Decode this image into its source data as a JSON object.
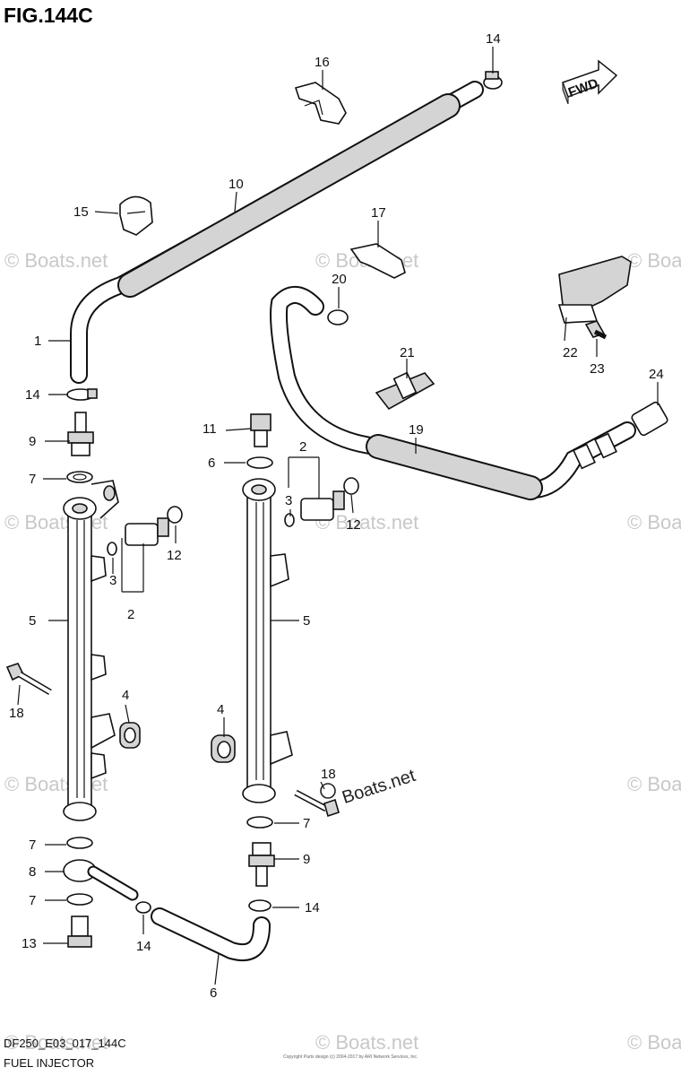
{
  "figure": {
    "title": "FIG.144C",
    "code": "DF250_E03_017_144C",
    "name": "FUEL INJECTOR",
    "fwd_label": "FWD",
    "copyright": "Copyright Parts design (c) 2004-2017 by ARI Network Services, Inc."
  },
  "watermark": {
    "text": "© Boats.net",
    "logo_text": "Boats.net"
  },
  "callouts": [
    {
      "label": "1",
      "part": "hose"
    },
    {
      "label": "2",
      "part": "injector assy"
    },
    {
      "label": "2",
      "part": "injector assy"
    },
    {
      "label": "3",
      "part": "o-ring"
    },
    {
      "label": "3",
      "part": "o-ring"
    },
    {
      "label": "4",
      "part": "grommet"
    },
    {
      "label": "4",
      "part": "grommet"
    },
    {
      "label": "5",
      "part": "delivery pipe"
    },
    {
      "label": "5",
      "part": "delivery pipe"
    },
    {
      "label": "6",
      "part": "hose"
    },
    {
      "label": "7",
      "part": "washer"
    },
    {
      "label": "7",
      "part": "washer"
    },
    {
      "label": "7",
      "part": "washer"
    },
    {
      "label": "7",
      "part": "washer"
    },
    {
      "label": "8",
      "part": "union"
    },
    {
      "label": "9",
      "part": "fitting"
    },
    {
      "label": "9",
      "part": "fitting"
    },
    {
      "label": "10",
      "part": "protector"
    },
    {
      "label": "11",
      "part": "plug"
    },
    {
      "label": "12",
      "part": "cap"
    },
    {
      "label": "12",
      "part": "cap"
    },
    {
      "label": "13",
      "part": "bolt"
    },
    {
      "label": "14",
      "part": "clip"
    },
    {
      "label": "14",
      "part": "clip"
    },
    {
      "label": "14",
      "part": "clip"
    },
    {
      "label": "14",
      "part": "clip"
    },
    {
      "label": "15",
      "part": "clamp"
    },
    {
      "label": "16",
      "part": "clamp"
    },
    {
      "label": "17",
      "part": "clamp"
    },
    {
      "label": "18",
      "part": "bolt"
    },
    {
      "label": "18",
      "part": "bolt"
    },
    {
      "label": "19",
      "part": "hose"
    },
    {
      "label": "20",
      "part": "clip"
    },
    {
      "label": "21",
      "part": "clamp"
    },
    {
      "label": "22",
      "part": "bracket"
    },
    {
      "label": "23",
      "part": "bolt"
    },
    {
      "label": "24",
      "part": "joint"
    }
  ]
}
